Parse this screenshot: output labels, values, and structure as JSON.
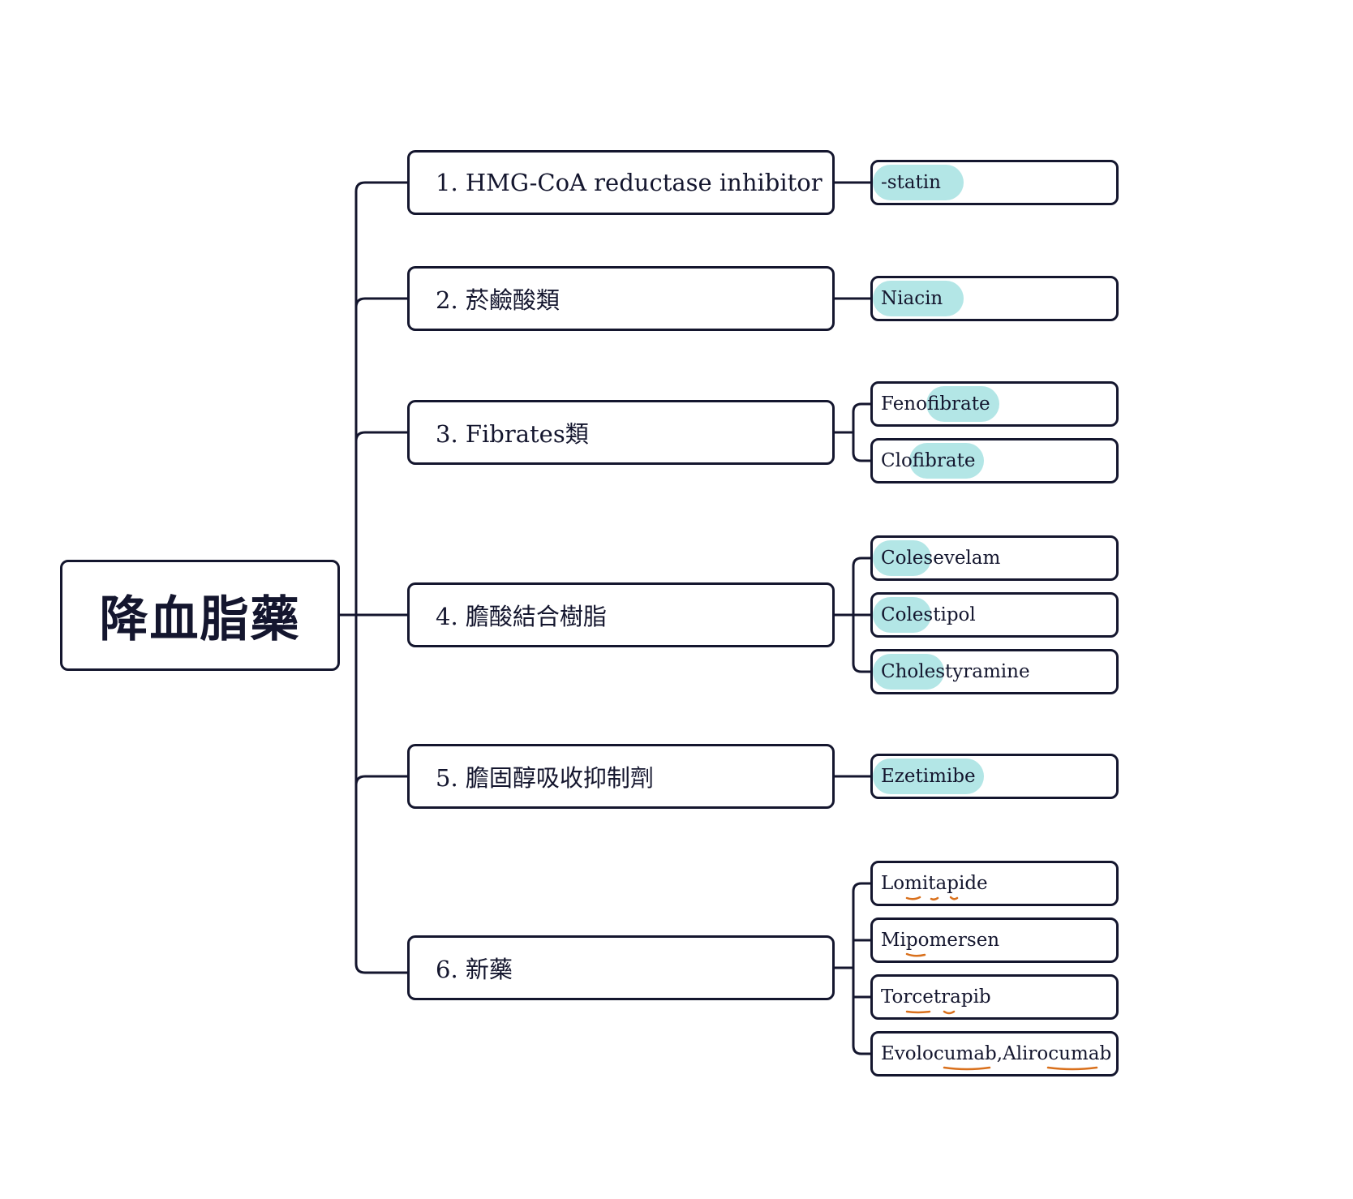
{
  "root": {
    "label": "降血脂藥"
  },
  "categories": [
    {
      "label": "1. HMG-CoA reductase inhibitor",
      "items": [
        "-statin"
      ]
    },
    {
      "label": "2. 菸鹼酸類",
      "items": [
        "Niacin"
      ]
    },
    {
      "label": "3. Fibrates類",
      "items": [
        "Fenofibrate",
        "Clofibrate"
      ]
    },
    {
      "label": "4. 膽酸結合樹脂",
      "items": [
        "Colesevelam",
        "Colestipol",
        "Cholestyramine"
      ]
    },
    {
      "label": "5. 膽固醇吸收抑制劑",
      "items": [
        "Ezetimibe"
      ]
    },
    {
      "label": "6. 新藥",
      "items": [
        "Lomitapide",
        "Mipomersen",
        "Torcetrapib",
        "Evolocumab,Alirocumab"
      ]
    }
  ],
  "colors": {
    "line": "#14162e",
    "highlight": "#b3e6e6",
    "underline": "#d9701c"
  }
}
